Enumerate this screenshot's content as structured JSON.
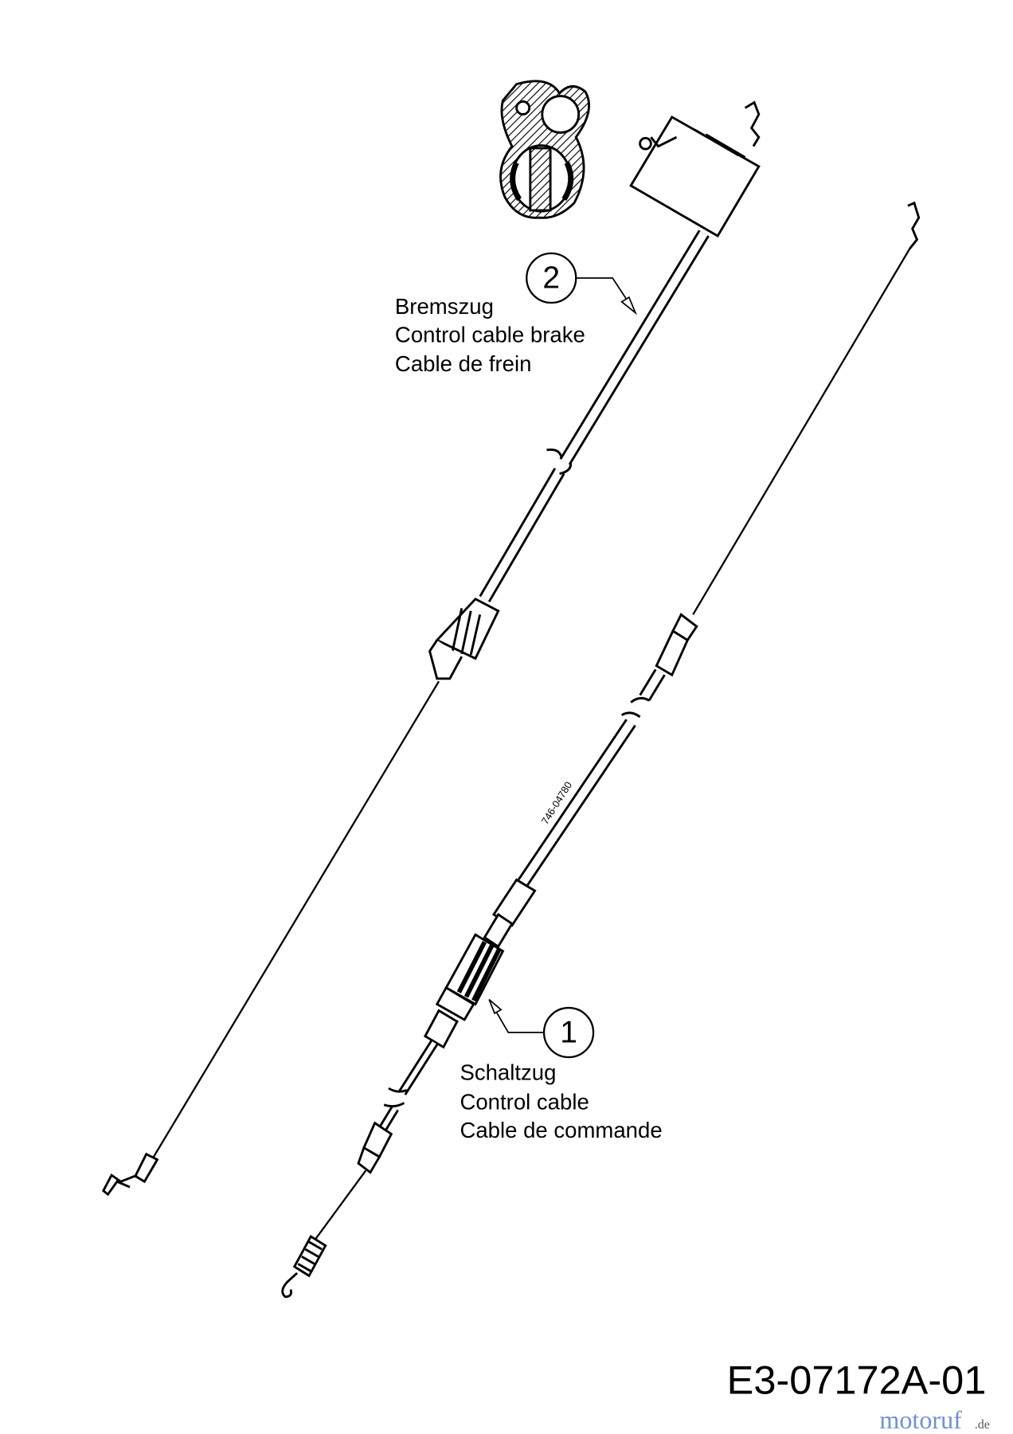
{
  "callouts": [
    {
      "number": "2",
      "lines": [
        "Bremszug",
        "Control cable brake",
        "Cable de frein"
      ]
    },
    {
      "number": "1",
      "lines": [
        "Schaltzug",
        "Control cable",
        "Cable de commande"
      ]
    }
  ],
  "cable_part_marking": "746-04780",
  "drawing_code": "E3-07172A-01",
  "watermark": {
    "brand": "motoruf",
    "suffix": ".de"
  }
}
